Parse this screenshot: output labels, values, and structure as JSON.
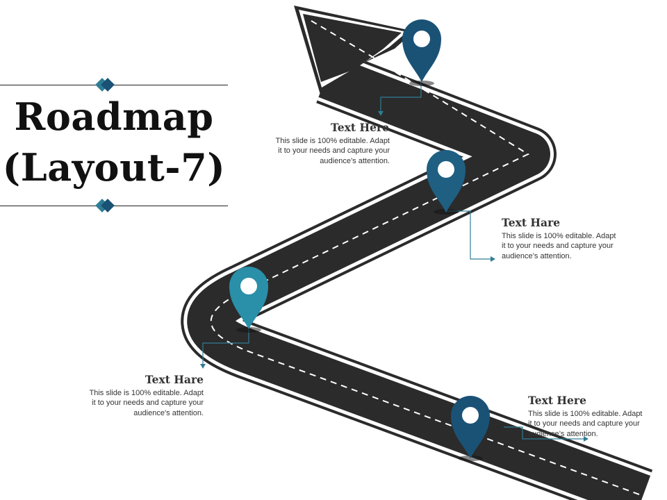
{
  "title": {
    "line1": "Roadmap",
    "line2": "(Layout-7)"
  },
  "colors": {
    "road": "#2b2b2b",
    "pin_dark": "#1a5276",
    "pin_mid": "#1f6d8c",
    "pin_light": "#2a8fa8",
    "accent": "#2f7d95"
  },
  "milestones": [
    {
      "heading": "Text Here",
      "body": [
        "This slide is 100% editable. Adapt",
        "it to your needs and capture your",
        "audience’s attention."
      ],
      "pin_icon": "map-pin-icon"
    },
    {
      "heading": "Text Hare",
      "body": [
        "This slide is 100% editable. Adapt",
        "it to your needs and capture your",
        "audience’s attention."
      ],
      "pin_icon": "map-pin-icon"
    },
    {
      "heading": "Text Hare",
      "body": [
        "This slide is 100% editable. Adapt",
        "it to your needs and capture your",
        "audience’s attention."
      ],
      "pin_icon": "map-pin-icon"
    },
    {
      "heading": "Text Here",
      "body": [
        "This slide is 100% editable. Adapt",
        "it to your needs and capture your",
        "audience’s attention."
      ],
      "pin_icon": "map-pin-icon"
    }
  ]
}
